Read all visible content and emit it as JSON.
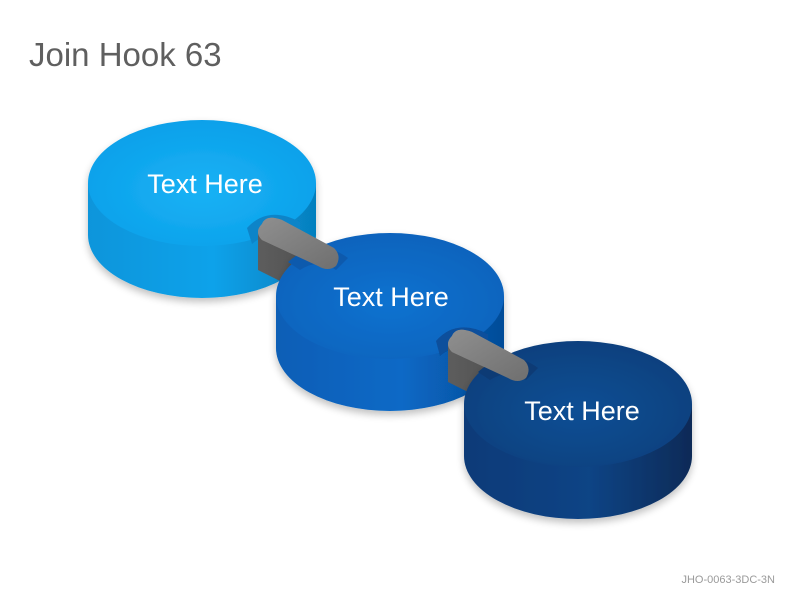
{
  "title": "Join Hook 63",
  "footer": {
    "code": "JHO-0063-3DC-3N"
  },
  "discs": [
    {
      "label": "Text Here",
      "top_color": "#0fa6ee",
      "side_color": "#0a8fd3"
    },
    {
      "label": "Text Here",
      "top_color": "#0b67c3",
      "side_color": "#0757a9"
    },
    {
      "label": "Text Here",
      "top_color": "#0d4688",
      "side_color": "#0a3670"
    }
  ],
  "hooks": [
    {
      "color": "#7b7b7b"
    },
    {
      "color": "#7b7b7b"
    }
  ]
}
